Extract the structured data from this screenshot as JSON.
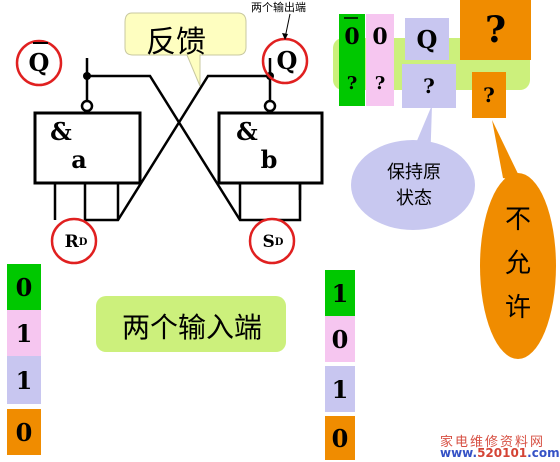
{
  "colors": {
    "green": "#00c800",
    "pink": "#f6c6f0",
    "lavender": "#c8c6f0",
    "orange": "#f08c00",
    "lime_box": "#ccf07c",
    "callout_yellow": "#fefec0",
    "bubble_lavender": "#c8c8f0",
    "circle_red": "#e02020",
    "watermark_red": "#d03020",
    "watermark_blue": "#2040c0"
  },
  "labels": {
    "output_annotation": "两个输出端",
    "feedback": "反馈",
    "q_bar": "Q",
    "q": "Q",
    "gate_a_symbol": "&",
    "gate_a_name": "a",
    "gate_b_symbol": "&",
    "gate_b_name": "b",
    "rd_main": "R",
    "rd_sub": "D",
    "sd_main": "S",
    "sd_sub": "D",
    "two_inputs": "两个输入端",
    "keep_state": "保持原\n状态",
    "not_allowed": "不\n允\n许"
  },
  "truth_table": {
    "row1": [
      "0",
      "0",
      "Q",
      "?"
    ],
    "row2": [
      "?",
      "?",
      "?",
      "?"
    ]
  },
  "left_inputs": [
    "0",
    "1",
    "1",
    "0"
  ],
  "right_inputs": [
    "1",
    "0",
    "1",
    "0"
  ],
  "watermark": {
    "top": "家电维修资料网",
    "url_a": "www.",
    "url_b": "520101",
    "url_c": ".com"
  }
}
